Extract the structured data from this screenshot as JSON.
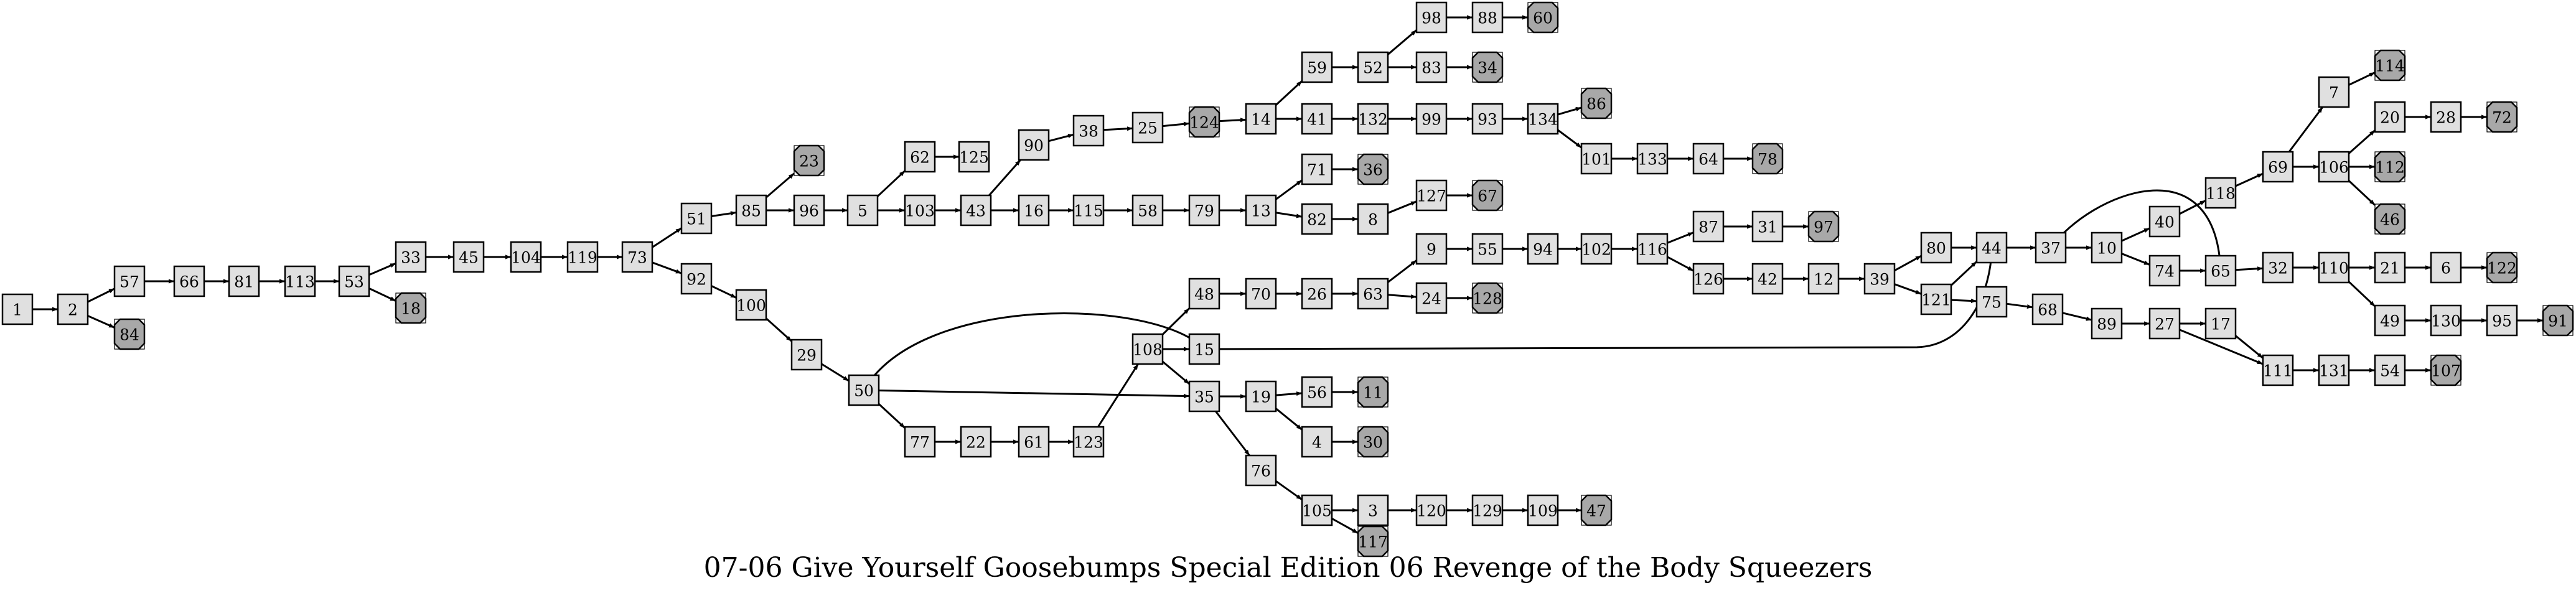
{
  "title": "07-06 Give Yourself Goosebumps Special Edition 06 Revenge of the Body Squeezers",
  "colors": {
    "node_fill": "#e0e0e0",
    "ending_fill": "#a8a8a8",
    "stroke": "#000000",
    "background": "#ffffff"
  },
  "nodes": [
    {
      "id": "1",
      "type": "page"
    },
    {
      "id": "2",
      "type": "page"
    },
    {
      "id": "57",
      "type": "page"
    },
    {
      "id": "84",
      "type": "ending"
    },
    {
      "id": "66",
      "type": "page"
    },
    {
      "id": "81",
      "type": "page"
    },
    {
      "id": "113",
      "type": "page"
    },
    {
      "id": "53",
      "type": "page"
    },
    {
      "id": "33",
      "type": "page"
    },
    {
      "id": "18",
      "type": "ending"
    },
    {
      "id": "45",
      "type": "page"
    },
    {
      "id": "104",
      "type": "page"
    },
    {
      "id": "119",
      "type": "page"
    },
    {
      "id": "73",
      "type": "page"
    },
    {
      "id": "51",
      "type": "page"
    },
    {
      "id": "92",
      "type": "page"
    },
    {
      "id": "85",
      "type": "page"
    },
    {
      "id": "23",
      "type": "ending"
    },
    {
      "id": "96",
      "type": "page"
    },
    {
      "id": "100",
      "type": "page"
    },
    {
      "id": "29",
      "type": "page"
    },
    {
      "id": "50",
      "type": "page"
    },
    {
      "id": "5",
      "type": "page"
    },
    {
      "id": "62",
      "type": "page"
    },
    {
      "id": "125",
      "type": "page"
    },
    {
      "id": "103",
      "type": "page"
    },
    {
      "id": "43",
      "type": "page"
    },
    {
      "id": "90",
      "type": "page"
    },
    {
      "id": "16",
      "type": "page"
    },
    {
      "id": "38",
      "type": "page"
    },
    {
      "id": "25",
      "type": "page"
    },
    {
      "id": "124",
      "type": "ending"
    },
    {
      "id": "14",
      "type": "page"
    },
    {
      "id": "59",
      "type": "page"
    },
    {
      "id": "41",
      "type": "page"
    },
    {
      "id": "52",
      "type": "page"
    },
    {
      "id": "98",
      "type": "page"
    },
    {
      "id": "88",
      "type": "page"
    },
    {
      "id": "60",
      "type": "ending"
    },
    {
      "id": "83",
      "type": "page"
    },
    {
      "id": "34",
      "type": "ending"
    },
    {
      "id": "132",
      "type": "page"
    },
    {
      "id": "99",
      "type": "page"
    },
    {
      "id": "93",
      "type": "page"
    },
    {
      "id": "134",
      "type": "page"
    },
    {
      "id": "86",
      "type": "ending"
    },
    {
      "id": "101",
      "type": "page"
    },
    {
      "id": "133",
      "type": "page"
    },
    {
      "id": "64",
      "type": "page"
    },
    {
      "id": "78",
      "type": "ending"
    },
    {
      "id": "115",
      "type": "page"
    },
    {
      "id": "58",
      "type": "page"
    },
    {
      "id": "79",
      "type": "page"
    },
    {
      "id": "13",
      "type": "page"
    },
    {
      "id": "71",
      "type": "page"
    },
    {
      "id": "36",
      "type": "ending"
    },
    {
      "id": "82",
      "type": "page"
    },
    {
      "id": "8",
      "type": "page"
    },
    {
      "id": "127",
      "type": "page"
    },
    {
      "id": "67",
      "type": "ending"
    },
    {
      "id": "77",
      "type": "page"
    },
    {
      "id": "22",
      "type": "page"
    },
    {
      "id": "61",
      "type": "page"
    },
    {
      "id": "123",
      "type": "page"
    },
    {
      "id": "108",
      "type": "page"
    },
    {
      "id": "48",
      "type": "page"
    },
    {
      "id": "70",
      "type": "page"
    },
    {
      "id": "26",
      "type": "page"
    },
    {
      "id": "63",
      "type": "page"
    },
    {
      "id": "9",
      "type": "page"
    },
    {
      "id": "24",
      "type": "page"
    },
    {
      "id": "128",
      "type": "ending"
    },
    {
      "id": "55",
      "type": "page"
    },
    {
      "id": "94",
      "type": "page"
    },
    {
      "id": "102",
      "type": "page"
    },
    {
      "id": "116",
      "type": "page"
    },
    {
      "id": "87",
      "type": "page"
    },
    {
      "id": "31",
      "type": "page"
    },
    {
      "id": "97",
      "type": "ending"
    },
    {
      "id": "126",
      "type": "page"
    },
    {
      "id": "42",
      "type": "page"
    },
    {
      "id": "12",
      "type": "page"
    },
    {
      "id": "39",
      "type": "page"
    },
    {
      "id": "80",
      "type": "page"
    },
    {
      "id": "121",
      "type": "page"
    },
    {
      "id": "44",
      "type": "page"
    },
    {
      "id": "75",
      "type": "page"
    },
    {
      "id": "68",
      "type": "page"
    },
    {
      "id": "89",
      "type": "page"
    },
    {
      "id": "27",
      "type": "page"
    },
    {
      "id": "17",
      "type": "page"
    },
    {
      "id": "111",
      "type": "page"
    },
    {
      "id": "131",
      "type": "page"
    },
    {
      "id": "54",
      "type": "page"
    },
    {
      "id": "107",
      "type": "ending"
    },
    {
      "id": "37",
      "type": "page"
    },
    {
      "id": "10",
      "type": "page"
    },
    {
      "id": "40",
      "type": "page"
    },
    {
      "id": "74",
      "type": "page"
    },
    {
      "id": "65",
      "type": "page"
    },
    {
      "id": "118",
      "type": "page"
    },
    {
      "id": "69",
      "type": "page"
    },
    {
      "id": "7",
      "type": "page"
    },
    {
      "id": "114",
      "type": "ending"
    },
    {
      "id": "106",
      "type": "page"
    },
    {
      "id": "20",
      "type": "page"
    },
    {
      "id": "28",
      "type": "page"
    },
    {
      "id": "72",
      "type": "ending"
    },
    {
      "id": "112",
      "type": "ending"
    },
    {
      "id": "46",
      "type": "ending"
    },
    {
      "id": "32",
      "type": "page"
    },
    {
      "id": "110",
      "type": "page"
    },
    {
      "id": "21",
      "type": "page"
    },
    {
      "id": "6",
      "type": "page"
    },
    {
      "id": "122",
      "type": "ending"
    },
    {
      "id": "49",
      "type": "page"
    },
    {
      "id": "130",
      "type": "page"
    },
    {
      "id": "95",
      "type": "page"
    },
    {
      "id": "91",
      "type": "ending"
    },
    {
      "id": "15",
      "type": "page"
    },
    {
      "id": "35",
      "type": "page"
    },
    {
      "id": "19",
      "type": "page"
    },
    {
      "id": "56",
      "type": "page"
    },
    {
      "id": "11",
      "type": "ending"
    },
    {
      "id": "4",
      "type": "page"
    },
    {
      "id": "30",
      "type": "ending"
    },
    {
      "id": "76",
      "type": "page"
    },
    {
      "id": "105",
      "type": "page"
    },
    {
      "id": "3",
      "type": "page"
    },
    {
      "id": "117",
      "type": "ending"
    },
    {
      "id": "120",
      "type": "page"
    },
    {
      "id": "129",
      "type": "page"
    },
    {
      "id": "109",
      "type": "page"
    },
    {
      "id": "47",
      "type": "ending"
    }
  ],
  "edges": [
    [
      "1",
      "2"
    ],
    [
      "2",
      "57"
    ],
    [
      "2",
      "84"
    ],
    [
      "57",
      "66"
    ],
    [
      "66",
      "81"
    ],
    [
      "81",
      "113"
    ],
    [
      "113",
      "53"
    ],
    [
      "53",
      "33"
    ],
    [
      "53",
      "18"
    ],
    [
      "33",
      "45"
    ],
    [
      "45",
      "104"
    ],
    [
      "104",
      "119"
    ],
    [
      "119",
      "73"
    ],
    [
      "73",
      "51"
    ],
    [
      "73",
      "92"
    ],
    [
      "51",
      "85"
    ],
    [
      "85",
      "23"
    ],
    [
      "85",
      "96"
    ],
    [
      "96",
      "5"
    ],
    [
      "92",
      "100"
    ],
    [
      "100",
      "29"
    ],
    [
      "29",
      "50"
    ],
    [
      "5",
      "62"
    ],
    [
      "62",
      "125"
    ],
    [
      "5",
      "103"
    ],
    [
      "103",
      "43"
    ],
    [
      "43",
      "90"
    ],
    [
      "43",
      "16"
    ],
    [
      "90",
      "38"
    ],
    [
      "38",
      "25"
    ],
    [
      "25",
      "124"
    ],
    [
      "124",
      "14"
    ],
    [
      "14",
      "59"
    ],
    [
      "14",
      "41"
    ],
    [
      "59",
      "52"
    ],
    [
      "52",
      "98"
    ],
    [
      "98",
      "88"
    ],
    [
      "88",
      "60"
    ],
    [
      "52",
      "83"
    ],
    [
      "83",
      "34"
    ],
    [
      "41",
      "132"
    ],
    [
      "132",
      "99"
    ],
    [
      "99",
      "93"
    ],
    [
      "93",
      "134"
    ],
    [
      "134",
      "86"
    ],
    [
      "134",
      "101"
    ],
    [
      "101",
      "133"
    ],
    [
      "133",
      "64"
    ],
    [
      "64",
      "78"
    ],
    [
      "16",
      "115"
    ],
    [
      "115",
      "58"
    ],
    [
      "58",
      "79"
    ],
    [
      "79",
      "13"
    ],
    [
      "13",
      "71"
    ],
    [
      "71",
      "36"
    ],
    [
      "13",
      "82"
    ],
    [
      "82",
      "8"
    ],
    [
      "8",
      "127"
    ],
    [
      "127",
      "67"
    ],
    [
      "50",
      "15"
    ],
    [
      "50",
      "35"
    ],
    [
      "50",
      "77"
    ],
    [
      "77",
      "22"
    ],
    [
      "22",
      "61"
    ],
    [
      "61",
      "123"
    ],
    [
      "123",
      "108"
    ],
    [
      "108",
      "48"
    ],
    [
      "108",
      "15"
    ],
    [
      "108",
      "35"
    ],
    [
      "48",
      "70"
    ],
    [
      "70",
      "26"
    ],
    [
      "26",
      "63"
    ],
    [
      "63",
      "9"
    ],
    [
      "63",
      "24"
    ],
    [
      "24",
      "128"
    ],
    [
      "9",
      "55"
    ],
    [
      "55",
      "94"
    ],
    [
      "94",
      "102"
    ],
    [
      "102",
      "116"
    ],
    [
      "116",
      "87"
    ],
    [
      "87",
      "31"
    ],
    [
      "31",
      "97"
    ],
    [
      "116",
      "126"
    ],
    [
      "126",
      "42"
    ],
    [
      "42",
      "12"
    ],
    [
      "12",
      "39"
    ],
    [
      "39",
      "80"
    ],
    [
      "39",
      "121"
    ],
    [
      "80",
      "44"
    ],
    [
      "121",
      "44"
    ],
    [
      "121",
      "75"
    ],
    [
      "15",
      "44"
    ],
    [
      "44",
      "37"
    ],
    [
      "37",
      "10"
    ],
    [
      "37",
      "65"
    ],
    [
      "10",
      "40"
    ],
    [
      "10",
      "74"
    ],
    [
      "74",
      "65"
    ],
    [
      "40",
      "118"
    ],
    [
      "118",
      "69"
    ],
    [
      "69",
      "7"
    ],
    [
      "7",
      "114"
    ],
    [
      "69",
      "106"
    ],
    [
      "106",
      "20"
    ],
    [
      "20",
      "28"
    ],
    [
      "28",
      "72"
    ],
    [
      "106",
      "112"
    ],
    [
      "106",
      "46"
    ],
    [
      "65",
      "32"
    ],
    [
      "32",
      "110"
    ],
    [
      "110",
      "21"
    ],
    [
      "21",
      "6"
    ],
    [
      "6",
      "122"
    ],
    [
      "110",
      "49"
    ],
    [
      "49",
      "130"
    ],
    [
      "130",
      "95"
    ],
    [
      "95",
      "91"
    ],
    [
      "75",
      "68"
    ],
    [
      "68",
      "89"
    ],
    [
      "89",
      "27"
    ],
    [
      "27",
      "17"
    ],
    [
      "27",
      "111"
    ],
    [
      "17",
      "111"
    ],
    [
      "111",
      "131"
    ],
    [
      "131",
      "54"
    ],
    [
      "54",
      "107"
    ],
    [
      "35",
      "19"
    ],
    [
      "19",
      "56"
    ],
    [
      "56",
      "11"
    ],
    [
      "19",
      "4"
    ],
    [
      "4",
      "30"
    ],
    [
      "35",
      "76"
    ],
    [
      "76",
      "105"
    ],
    [
      "105",
      "3"
    ],
    [
      "105",
      "117"
    ],
    [
      "3",
      "120"
    ],
    [
      "120",
      "129"
    ],
    [
      "129",
      "109"
    ],
    [
      "109",
      "47"
    ]
  ]
}
